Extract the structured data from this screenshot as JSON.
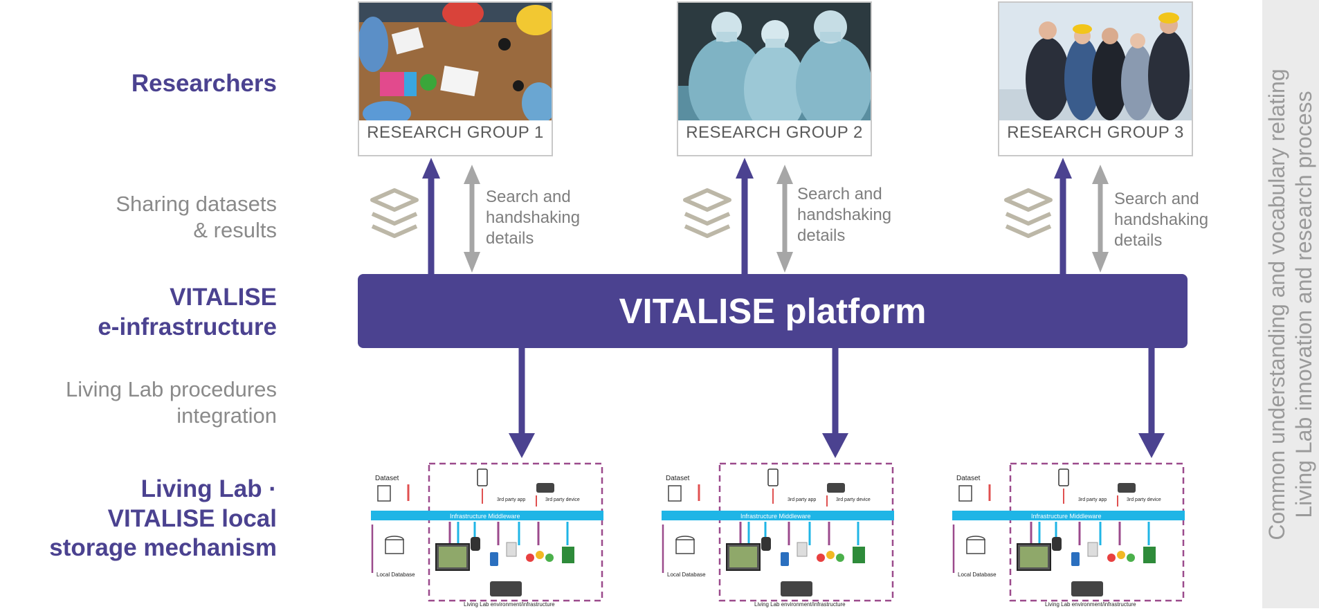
{
  "left_labels": {
    "researchers": "Researchers",
    "sharing_line1": "Sharing datasets",
    "sharing_line2": "& results",
    "vitalise_line1": "VITALISE",
    "vitalise_line2": "e-infrastructure",
    "procedures_line1": "Living Lab procedures",
    "procedures_line2": "integration",
    "livinglab_line1": "Living Lab ·",
    "livinglab_line2": "VITALISE local",
    "livinglab_line3": "storage mechanism"
  },
  "groups": [
    {
      "caption": "RESEARCH GROUP 1"
    },
    {
      "caption": "RESEARCH GROUP 2"
    },
    {
      "caption": "RESEARCH GROUP 3"
    }
  ],
  "search_note": {
    "line1": "Search and",
    "line2": "handshaking",
    "line3": "details"
  },
  "platform": {
    "label": "VITALISE platform"
  },
  "side_note": {
    "line1": "Common understanding and vocabulary relating",
    "line2": "Living Lab innovation and research process"
  },
  "lab_diagram": {
    "dataset": "Dataset",
    "third_party_app": "3rd party app",
    "third_party_device": "3rd party device",
    "middleware": "Infrastructure Middleware",
    "local_db": "Local Database",
    "environment": "Living Lab environment/infrastructure"
  },
  "colors": {
    "accent": "#4b4290",
    "grey_arrow": "#a6a6a6",
    "layers_icon": "#bcb7a7",
    "middleware_bar": "#1fb5e6",
    "dashed_border": "#9b4a8c"
  }
}
